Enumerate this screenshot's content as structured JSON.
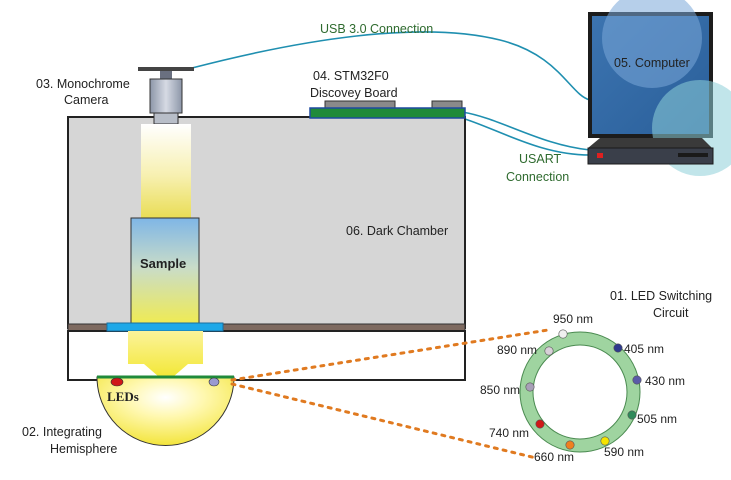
{
  "labels": {
    "usb": "USB 3.0 Connection",
    "camera_line1": "03. Monochrome",
    "camera_line2": "Camera",
    "board_line1": "04.  STM32F0",
    "board_line2": "Discovey Board",
    "computer": "05. Computer",
    "usart_line1": "USART",
    "usart_line2": "Connection",
    "chamber": "06. Dark Chamber",
    "sample": "Sample",
    "leds": "LEDs",
    "hemi_line1": "02. Integrating",
    "hemi_line2": "Hemisphere",
    "circuit_line1": "01. LED Switching",
    "circuit_line2": "Circuit"
  },
  "wavelengths": [
    {
      "label": "950 nm",
      "color": "#f0f0f0"
    },
    {
      "label": "405 nm",
      "color": "#2e3a8c"
    },
    {
      "label": "430 nm",
      "color": "#5a5aa8"
    },
    {
      "label": "505 nm",
      "color": "#2f8a5a"
    },
    {
      "label": "590 nm",
      "color": "#f5e400"
    },
    {
      "label": "660 nm",
      "color": "#f08020"
    },
    {
      "label": "740 nm",
      "color": "#d01818"
    },
    {
      "label": "850 nm",
      "color": "#a8a0b8"
    },
    {
      "label": "890 nm",
      "color": "#d8d0d8"
    }
  ],
  "colors": {
    "chamber": "#d6d6d6",
    "board": "#1f8a3a",
    "ring": "#9fd4a0",
    "cable": "#1f8fb0",
    "dotted": "#e07a20",
    "led_red": "#d01818",
    "led_lav": "#9a9ad0"
  }
}
